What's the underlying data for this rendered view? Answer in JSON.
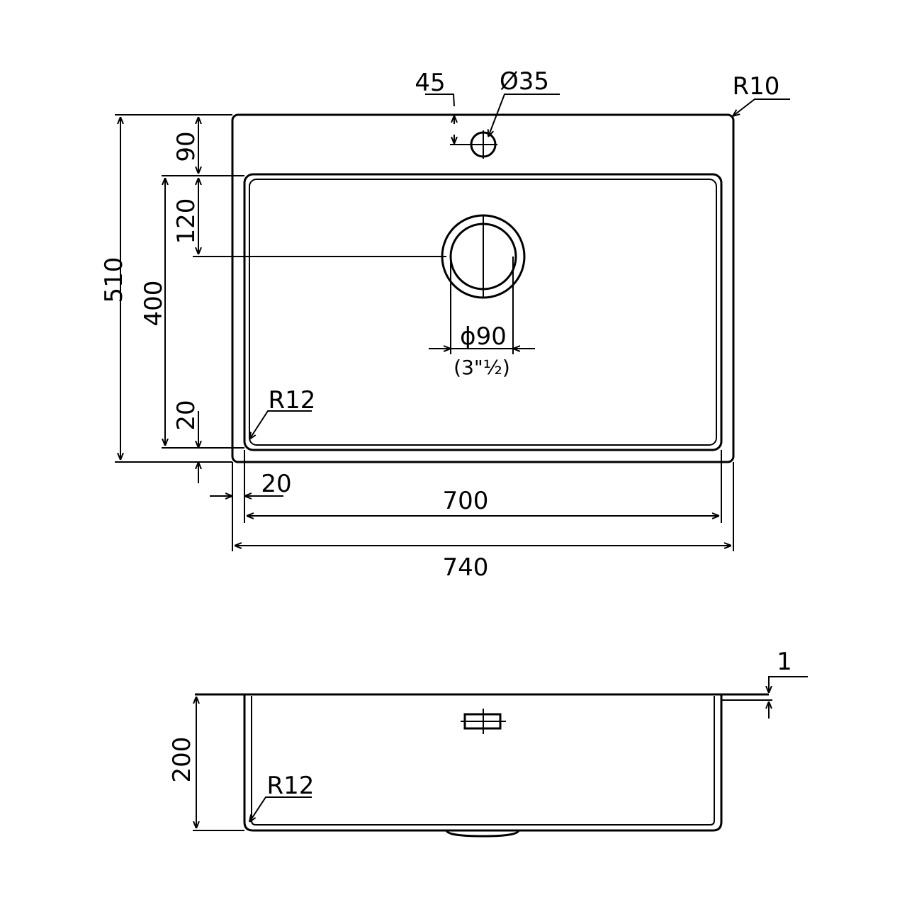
{
  "top_view": {
    "dim_overall_depth": "510",
    "dim_bowl_depth": "400",
    "dim_front_to_bowl": "90",
    "dim_bowl_to_drain": "120",
    "dim_bowl_back_margin": "20",
    "dim_side_margin": "20",
    "dim_bowl_width": "700",
    "dim_overall_width": "740",
    "tap_offset": "45",
    "tap_hole": "Ø35",
    "corner_radius_outer": "R10",
    "corner_radius_bowl": "R12",
    "drain_diameter": "ϕ90",
    "drain_diameter_inch": "(3\"½)"
  },
  "side_view": {
    "dim_height": "200",
    "dim_rim": "1",
    "corner_radius": "R12"
  },
  "colors": {
    "line": "#000000",
    "background": "#ffffff"
  }
}
